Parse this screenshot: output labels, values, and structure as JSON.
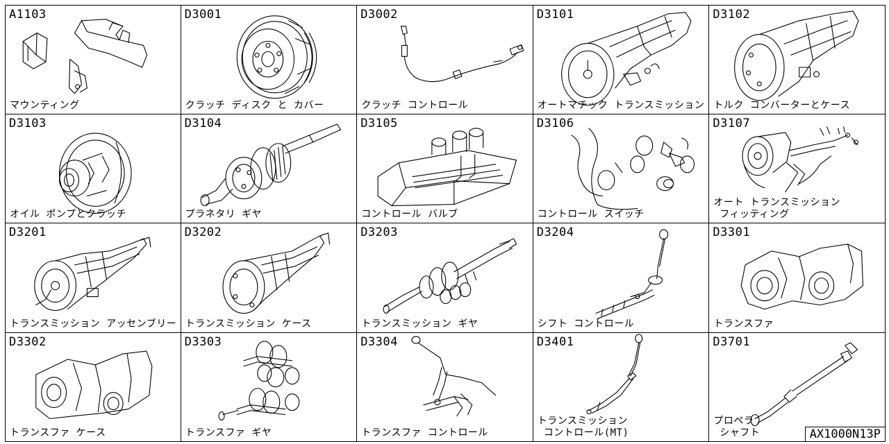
{
  "catalog": {
    "figure_no": "AX1000N13P",
    "sections": [
      {
        "code": "A1103",
        "label": "マウンティング",
        "icon": "mounting-brackets-icon"
      },
      {
        "code": "D3001",
        "label": "クラッチ ディスク と カバー",
        "icon": "clutch-disc-icon"
      },
      {
        "code": "D3002",
        "label": "クラッチ コントロール",
        "icon": "clutch-cable-icon"
      },
      {
        "code": "D3101",
        "label": "オートマチック トランスミッション",
        "icon": "automatic-transmission-icon"
      },
      {
        "code": "D3102",
        "label": "トルク コンバーターとケース",
        "icon": "torque-converter-case-icon"
      },
      {
        "code": "D3103",
        "label": "オイル ポンプとクラッチ",
        "icon": "oil-pump-clutch-icon"
      },
      {
        "code": "D3104",
        "label": "プラネタリ ギヤ",
        "icon": "planetary-gear-icon"
      },
      {
        "code": "D3105",
        "label": "コントロール バルブ",
        "icon": "control-valve-icon"
      },
      {
        "code": "D3106",
        "label": "コントロール スイッチ",
        "icon": "control-switch-icon"
      },
      {
        "code": "D3107",
        "label": "オート トランスミッション\n フィッティング",
        "icon": "transmission-fitting-icon"
      },
      {
        "code": "D3201",
        "label": "トランスミッション アッセンブリー",
        "icon": "transmission-assembly-icon"
      },
      {
        "code": "D3202",
        "label": "トランスミッション ケース",
        "icon": "transmission-case-icon"
      },
      {
        "code": "D3203",
        "label": "トランスミッション ギヤ",
        "icon": "transmission-gear-shaft-icon"
      },
      {
        "code": "D3204",
        "label": "シフト コントロール",
        "icon": "shift-control-icon"
      },
      {
        "code": "D3301",
        "label": "トランスファ",
        "icon": "transfer-icon"
      },
      {
        "code": "D3302",
        "label": "トランスファ ケース",
        "icon": "transfer-case-icon"
      },
      {
        "code": "D3303",
        "label": "トランスファ ギヤ",
        "icon": "transfer-gear-icon"
      },
      {
        "code": "D3304",
        "label": "トランスファ コントロール",
        "icon": "transfer-control-icon"
      },
      {
        "code": "D3401",
        "label": "トランスミッション\n コントロール(MT)",
        "icon": "mt-control-icon"
      },
      {
        "code": "D3701",
        "label": "プロペラ\n シャフト",
        "icon": "propeller-shaft-icon"
      }
    ]
  }
}
